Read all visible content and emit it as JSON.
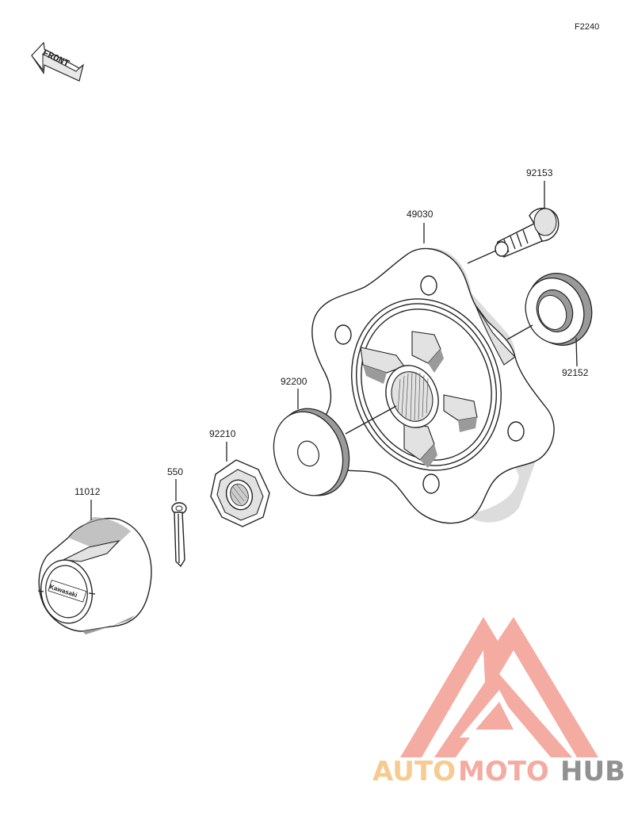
{
  "figure_id": "F2240",
  "front_label": "FRONT",
  "hub_logo": "Kawasaki",
  "parts": [
    {
      "id": "92153",
      "name": "wheel-stud"
    },
    {
      "id": "49030",
      "name": "wheel-hub"
    },
    {
      "id": "92152",
      "name": "oil-seal"
    },
    {
      "id": "92200",
      "name": "washer"
    },
    {
      "id": "92210",
      "name": "castle-nut"
    },
    {
      "id": "550",
      "name": "cotter-pin"
    },
    {
      "id": "11012",
      "name": "hub-cap"
    }
  ],
  "watermark": {
    "part1": "AUTO",
    "part2": "MOTO",
    "part3": "HUB",
    "color_primary": "#f4a79d",
    "color_secondary": "#f7c98a",
    "color_tertiary": "#8c8c8c"
  }
}
